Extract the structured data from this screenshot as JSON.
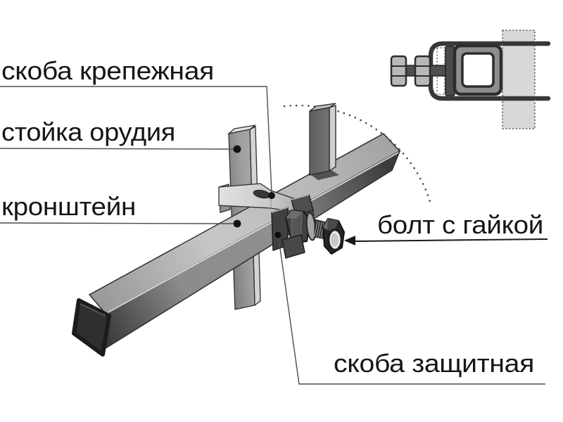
{
  "diagram": {
    "labels": {
      "fastening_clamp": "скоба крепежная",
      "implement_post": "стойка орудия",
      "bracket": "кронштейн",
      "bolt_with_nut": "болт с гайкой",
      "protective_clamp": "скоба защитная"
    },
    "colors": {
      "background": "#ffffff",
      "label_text": "#161616",
      "leader_line": "#4d4d4d",
      "metal_light": "#c6c6c6",
      "metal_mid": "#8a8a8a",
      "metal_dark": "#3a3a3a"
    }
  }
}
